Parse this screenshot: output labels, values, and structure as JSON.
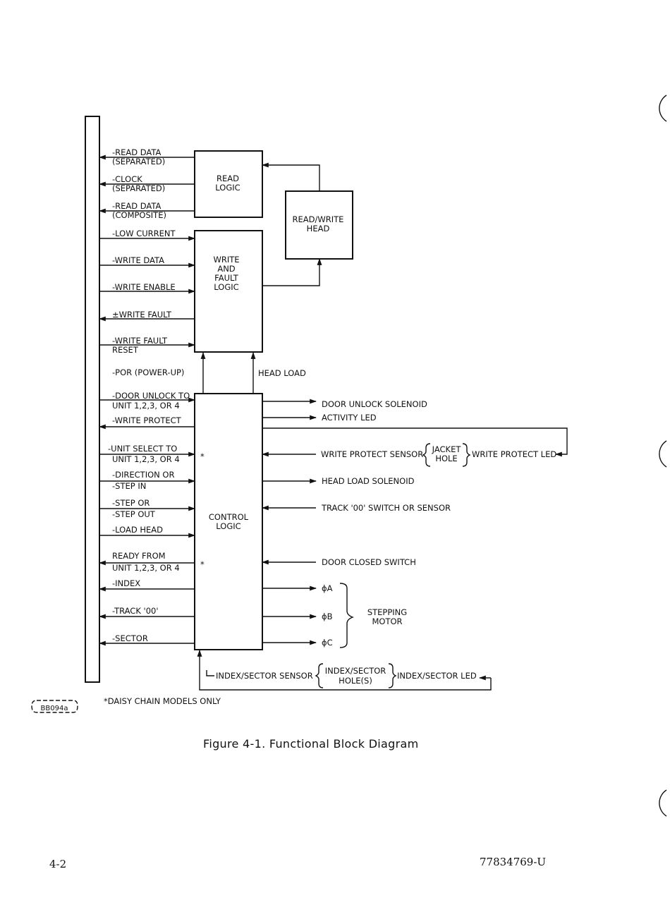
{
  "boxes": {
    "read_logic": [
      "READ",
      "LOGIC"
    ],
    "rw_head": [
      "READ/WRITE",
      "HEAD"
    ],
    "write_logic": [
      "WRITE",
      "AND",
      "FAULT",
      "LOGIC"
    ],
    "control_logic": [
      "CONTROL",
      "LOGIC"
    ]
  },
  "interface_signals": [
    [
      "-READ DATA",
      "(SEPARATED)"
    ],
    [
      "-CLOCK",
      "(SEPARATED)"
    ],
    [
      "-READ DATA",
      "(COMPOSITE)"
    ],
    [
      "-LOW CURRENT"
    ],
    [
      "-WRITE DATA"
    ],
    [
      "-WRITE ENABLE"
    ],
    [
      "±WRITE FAULT"
    ],
    [
      "-WRITE FAULT",
      "RESET"
    ],
    [
      "-POR (POWER-UP)"
    ],
    [
      "-DOOR UNLOCK TO",
      "UNIT 1,2,3, OR 4"
    ],
    [
      "-WRITE PROTECT"
    ],
    [
      "-UNIT SELECT TO",
      "UNIT 1,2,3, OR 4"
    ],
    [
      "-DIRECTION OR",
      "-STEP IN"
    ],
    [
      "-STEP OR",
      "-STEP OUT"
    ],
    [
      "-LOAD HEAD"
    ],
    [
      "READY FROM",
      "UNIT 1,2,3, OR 4"
    ],
    [
      "-INDEX"
    ],
    [
      "-TRACK '00'"
    ],
    [
      "-SECTOR"
    ]
  ],
  "head_load": "HEAD LOAD",
  "daisy_mark": "*",
  "drive_signals": {
    "door_unlock": "DOOR UNLOCK SOLENOID",
    "activity_led": "ACTIVITY LED",
    "wp_sensor": "WRITE PROTECT SENSOR",
    "jacket_hole": [
      "JACKET",
      "HOLE"
    ],
    "wp_led": "WRITE PROTECT LED",
    "head_load_solenoid": "HEAD LOAD SOLENOID",
    "track00": "TRACK '00' SWITCH OR SENSOR",
    "door_closed": "DOOR CLOSED SWITCH",
    "phase_a": "ϕA",
    "phase_b": "ϕB",
    "phase_c": "ϕC",
    "stepping_motor": [
      "STEPPING",
      "MOTOR"
    ],
    "index_sensor": "INDEX/SECTOR SENSOR",
    "index_hole": [
      "INDEX/SECTOR",
      "HOLE(S)"
    ],
    "index_led": "INDEX/SECTOR LED"
  },
  "footnote": "*DAISY CHAIN MODELS ONLY",
  "tag": "BB094a",
  "caption": "Figure 4-1.  Functional Block Diagram",
  "page_number": "4-2",
  "doc_number": "77834769-U"
}
